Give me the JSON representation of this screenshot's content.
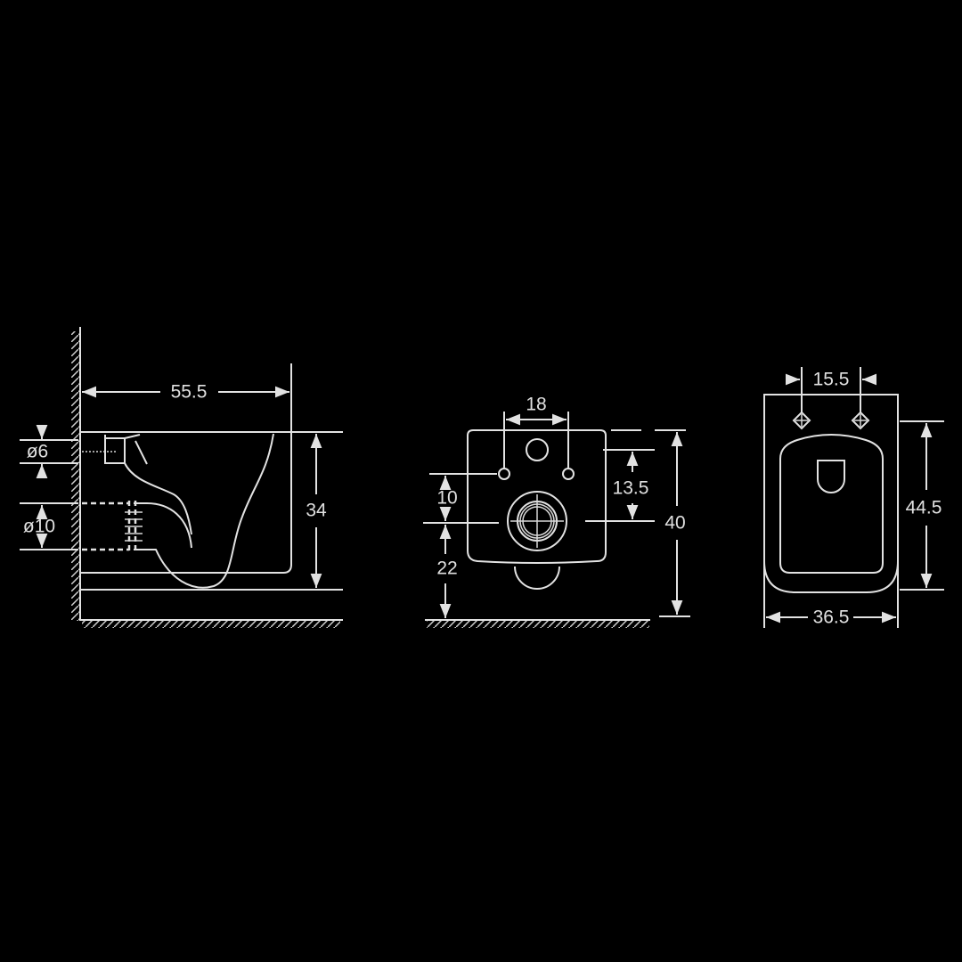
{
  "colors": {
    "background": "#000000",
    "line": "#e2e2e2"
  },
  "side_view": {
    "length": "55.5",
    "height": "34",
    "inlet_diameter": "ø6",
    "outlet_diameter": "ø10"
  },
  "front_view": {
    "bolt_spacing": "18",
    "bolt_to_outlet": "10",
    "outlet_height": "22",
    "outlet_to_top": "13.5",
    "total_height": "40"
  },
  "top_view": {
    "hole_spacing": "15.5",
    "depth": "44.5",
    "width": "36.5"
  }
}
